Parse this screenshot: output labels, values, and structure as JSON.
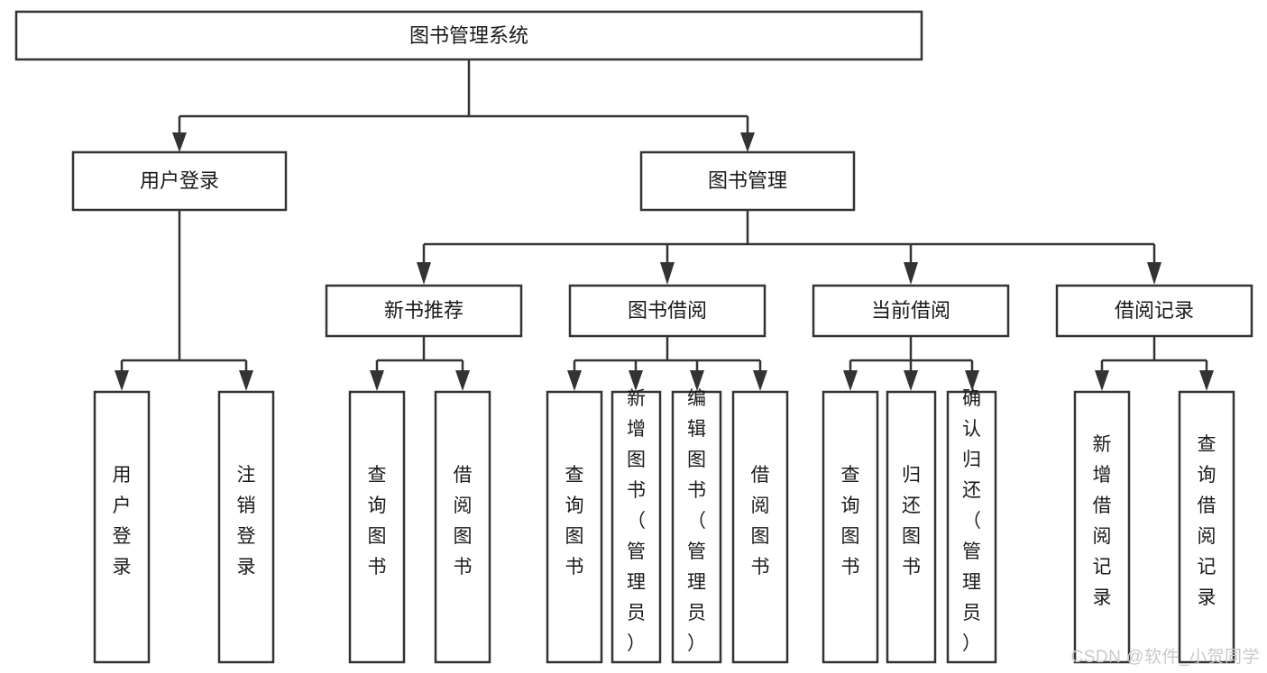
{
  "diagram": {
    "title": "图书管理系统",
    "type": "tree-hierarchy-diagram",
    "watermark": "CSDN @软件_小贺同学",
    "colors": {
      "stroke": "#333333",
      "fill": "#ffffff",
      "text": "#1a1a1a",
      "watermark": "#c9c9c9"
    },
    "levels": {
      "level0": [
        {
          "id": "root",
          "label": "图书管理系统",
          "orientation": "horizontal"
        }
      ],
      "level1": [
        {
          "id": "user-login",
          "label": "用户登录",
          "orientation": "horizontal"
        },
        {
          "id": "book-management",
          "label": "图书管理",
          "orientation": "horizontal"
        }
      ],
      "level2": [
        {
          "id": "new-book-recommend",
          "label": "新书推荐",
          "orientation": "horizontal"
        },
        {
          "id": "book-borrow",
          "label": "图书借阅",
          "orientation": "horizontal"
        },
        {
          "id": "current-borrow",
          "label": "当前借阅",
          "orientation": "horizontal"
        },
        {
          "id": "borrow-record",
          "label": "借阅记录",
          "orientation": "horizontal"
        }
      ],
      "level3": [
        {
          "id": "leaf-user-login",
          "label": "用户登录",
          "orientation": "vertical",
          "parent": "user-login"
        },
        {
          "id": "leaf-logout-login",
          "label": "注销登录",
          "orientation": "vertical",
          "parent": "user-login"
        },
        {
          "id": "leaf-query-book-1",
          "label": "查询图书",
          "orientation": "vertical",
          "parent": "new-book-recommend"
        },
        {
          "id": "leaf-borrow-book-1",
          "label": "借阅图书",
          "orientation": "vertical",
          "parent": "new-book-recommend"
        },
        {
          "id": "leaf-query-book-2",
          "label": "查询图书",
          "orientation": "vertical",
          "parent": "book-borrow"
        },
        {
          "id": "leaf-add-book",
          "label": "新增图书（管理员）",
          "orientation": "vertical",
          "parent": "book-borrow"
        },
        {
          "id": "leaf-edit-book",
          "label": "编辑图书（管理员）",
          "orientation": "vertical",
          "parent": "book-borrow"
        },
        {
          "id": "leaf-borrow-book-2",
          "label": "借阅图书",
          "orientation": "vertical",
          "parent": "book-borrow"
        },
        {
          "id": "leaf-query-book-3",
          "label": "查询图书",
          "orientation": "vertical",
          "parent": "current-borrow"
        },
        {
          "id": "leaf-return-book",
          "label": "归还图书",
          "orientation": "vertical",
          "parent": "current-borrow"
        },
        {
          "id": "leaf-confirm-return",
          "label": "确认归还（管理员）",
          "orientation": "vertical",
          "parent": "current-borrow"
        },
        {
          "id": "leaf-add-record",
          "label": "新增借阅记录",
          "orientation": "vertical",
          "parent": "borrow-record"
        },
        {
          "id": "leaf-query-record",
          "label": "查询借阅记录",
          "orientation": "vertical",
          "parent": "borrow-record"
        }
      ]
    }
  }
}
